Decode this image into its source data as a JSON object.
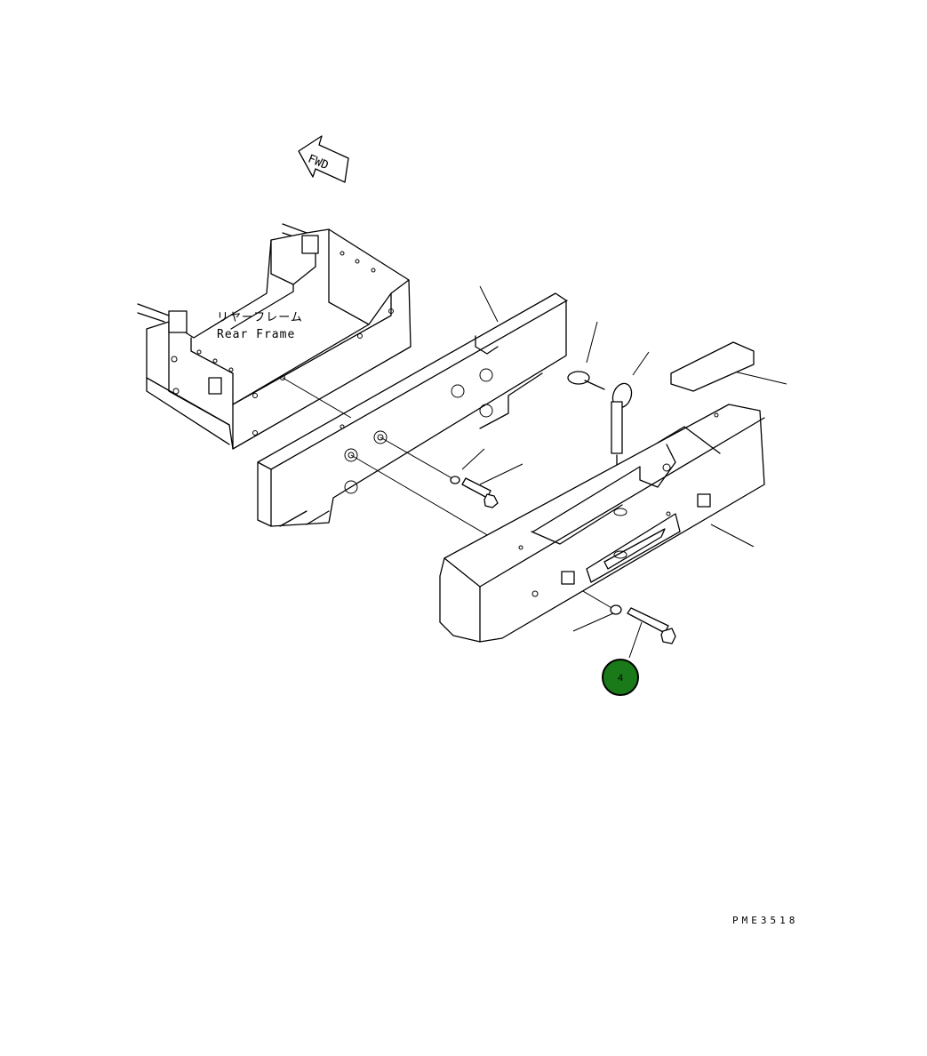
{
  "direction_marker": {
    "text": "FWD",
    "icon": "fwd-arrow-icon"
  },
  "rear_frame": {
    "label_jp": "リヤーフレーム",
    "label_en": "Rear Frame"
  },
  "callouts": [
    {
      "number": "4",
      "color": "#1a7a1a",
      "border": "#000000"
    }
  ],
  "drawing_code": "PME3518"
}
